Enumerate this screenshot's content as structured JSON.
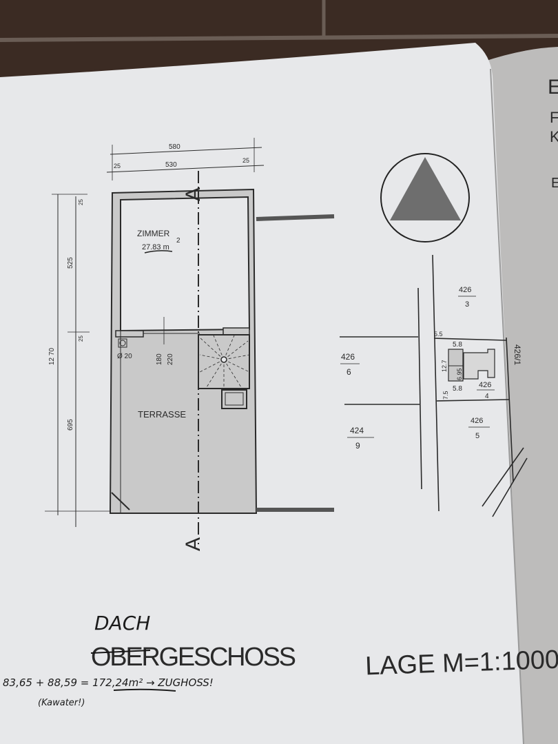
{
  "floor_plan": {
    "room_name": "ZIMMER",
    "room_area": "27.83 m",
    "room_area_sup": "2",
    "terrace_label": "TERRASSE",
    "section_mark": "A",
    "dims": {
      "overall_width": "580",
      "inner_width": "530",
      "left_offset": "25",
      "right_offset": "25",
      "overall_depth": "12 70",
      "room_depth": "525",
      "terrace_depth": "695",
      "wall_top": "25",
      "wall_mid": "25",
      "chimney": "Ø 20",
      "door_width": "180",
      "door_height": "220"
    }
  },
  "site_plan": {
    "parcels": [
      {
        "num": "426",
        "sub": "3"
      },
      {
        "num": "426",
        "sub": "6"
      },
      {
        "num": "426",
        "sub": "4"
      },
      {
        "num": "426",
        "sub": "5"
      },
      {
        "num": "424",
        "sub": "9"
      }
    ],
    "parcel_road": "426/1",
    "dims": {
      "a": "5.5",
      "b": "5.8",
      "c": "12.7",
      "d": "6.95",
      "e": "5.8",
      "f": "7.5"
    }
  },
  "titles": {
    "handwritten_over": "DACH",
    "floor_title": "OBERGESCHOSS",
    "site_title": "LAGE M=1:1000"
  },
  "notes": {
    "calc": "83,65 + 88,59 = 172,24m² → ZUGHOSS!",
    "calc_sub": "(Kawater!)"
  },
  "next_page": {
    "letters": [
      "E",
      "F",
      "K",
      "E"
    ]
  },
  "colors": {
    "paper": "#e9eaec",
    "ink": "#2a2a2a",
    "wall_fill": "#c9c9c9",
    "background": "#3a2a22"
  }
}
